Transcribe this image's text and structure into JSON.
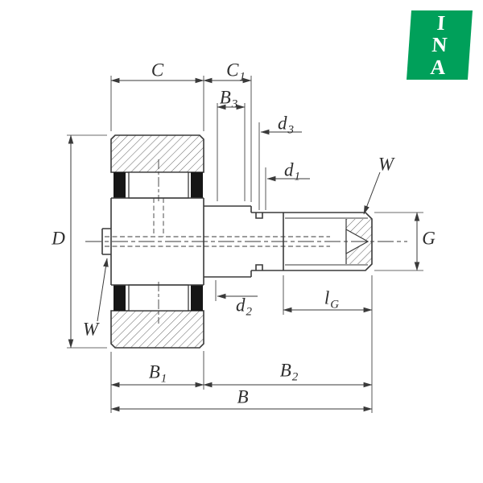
{
  "figure": {
    "type": "technical-drawing",
    "subject": "Stud-type track roller (cam follower) cross-section with dimension callouts"
  },
  "logo": {
    "brand": "INA",
    "lines": [
      "I",
      "N",
      "A"
    ],
    "color": "#00A05A"
  },
  "labels": {
    "C": {
      "main": "C",
      "sub": ""
    },
    "C1": {
      "main": "C",
      "sub": "1"
    },
    "B3": {
      "main": "B",
      "sub": "3"
    },
    "d3": {
      "main": "d",
      "sub": "3"
    },
    "d1": {
      "main": "d",
      "sub": "1"
    },
    "W_top": {
      "main": "W",
      "sub": ""
    },
    "D": {
      "main": "D",
      "sub": ""
    },
    "G": {
      "main": "G",
      "sub": ""
    },
    "d2": {
      "main": "d",
      "sub": "2"
    },
    "W_left": {
      "main": "W",
      "sub": ""
    },
    "lG": {
      "main": "l",
      "sub": "G"
    },
    "B1": {
      "main": "B",
      "sub": "1"
    },
    "B2": {
      "main": "B",
      "sub": "2"
    },
    "B": {
      "main": "B",
      "sub": ""
    }
  },
  "colors": {
    "line": "#3a3a3a",
    "accent_green": "#00A05A",
    "background": "#ffffff"
  }
}
